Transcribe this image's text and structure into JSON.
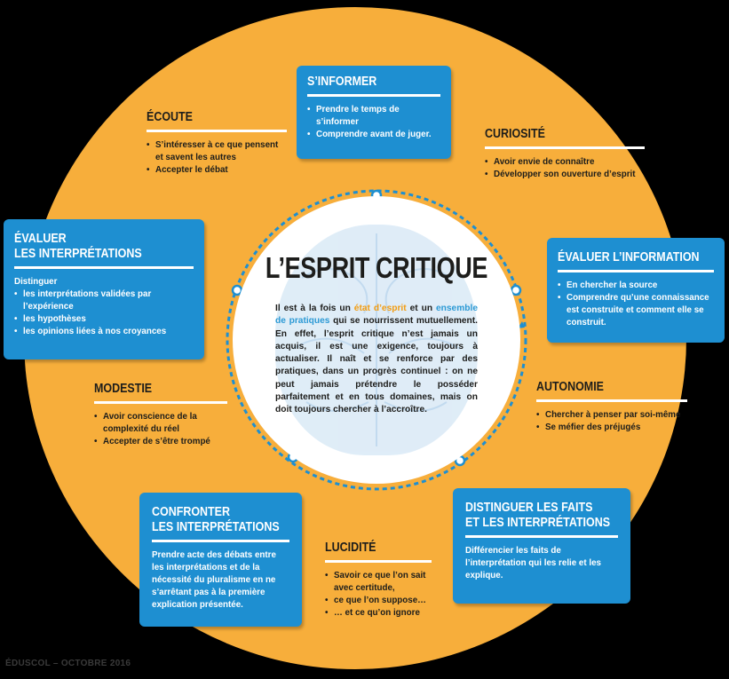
{
  "center": {
    "title": "L’ESPRIT CRITIQUE",
    "text_1": "Il est à la fois un ",
    "highlight_state": "état d’esprit",
    "text_2": " et un ",
    "highlight_practice": "ensemble de pratiques",
    "text_3": " qui se nourrissent mutuellement. En effet, l’esprit critique n’est jamais un acquis, il est une exigence, toujours à actualiser. Il naît et se renforce par des pratiques, dans un progrès continuel : on ne peut jamais prétendre le posséder parfaitement et en tous domaines, mais on doit toujours chercher à l’accroître."
  },
  "blocks": {
    "sinformer": {
      "title": "S’INFORMER",
      "items": [
        "Prendre le temps de s’informer",
        "Comprendre avant de juger."
      ]
    },
    "ecoute": {
      "title": "ÉCOUTE",
      "items": [
        "S’intéresser à ce que pensent et savent les autres",
        "Accepter le débat"
      ]
    },
    "curiosite": {
      "title": "CURIOSITÉ",
      "items": [
        "Avoir envie de connaître",
        "Développer son ouverture d’esprit"
      ]
    },
    "evaluer_interp": {
      "title_1": "ÉVALUER",
      "title_2": "LES INTERPRÉTATIONS",
      "intro": "Distinguer",
      "items": [
        "les interprétations validées par l’expérience",
        "les hypothèses",
        "les opinions liées à nos croyances"
      ]
    },
    "evaluer_info": {
      "title": "ÉVALUER L’INFORMATION",
      "items": [
        "En chercher la source",
        "Comprendre qu’une connaissance est construite et comment elle se construit."
      ]
    },
    "modestie": {
      "title": "MODESTIE",
      "items": [
        "Avoir conscience de la complexité du réel",
        "Accepter de s’être trompé"
      ]
    },
    "autonomie": {
      "title": "AUTONOMIE",
      "items": [
        "Chercher à penser par soi-même",
        "Se méfier des préjugés"
      ]
    },
    "confronter": {
      "title_1": "CONFRONTER",
      "title_2": "LES INTERPRÉTATIONS",
      "text": "Prendre acte des débats entre les interprétations et de la nécessité du pluralisme en ne s’arrêtant pas à la première explication présentée."
    },
    "lucidite": {
      "title": "LUCIDITÉ",
      "items": [
        "Savoir ce que l’on sait avec certitude,",
        "ce que l’on suppose…",
        "… et ce qu’on ignore"
      ]
    },
    "distinguer": {
      "title_1": "DISTINGUER LES FAITS",
      "title_2": "ET LES INTERPRÉTATIONS",
      "text": "Différencier les faits de l’interprétation qui les relie et les explique."
    }
  },
  "bullet": "•",
  "footer": "ÉDUSCOL – OCTOBRE 2016",
  "colors": {
    "background": "#000000",
    "orange_circle": "#f7ae3b",
    "blue_box": "#1e8fd1",
    "highlight_orange": "#f29c11",
    "highlight_blue": "#2d9ad5",
    "ring": "#1e8fd1"
  }
}
